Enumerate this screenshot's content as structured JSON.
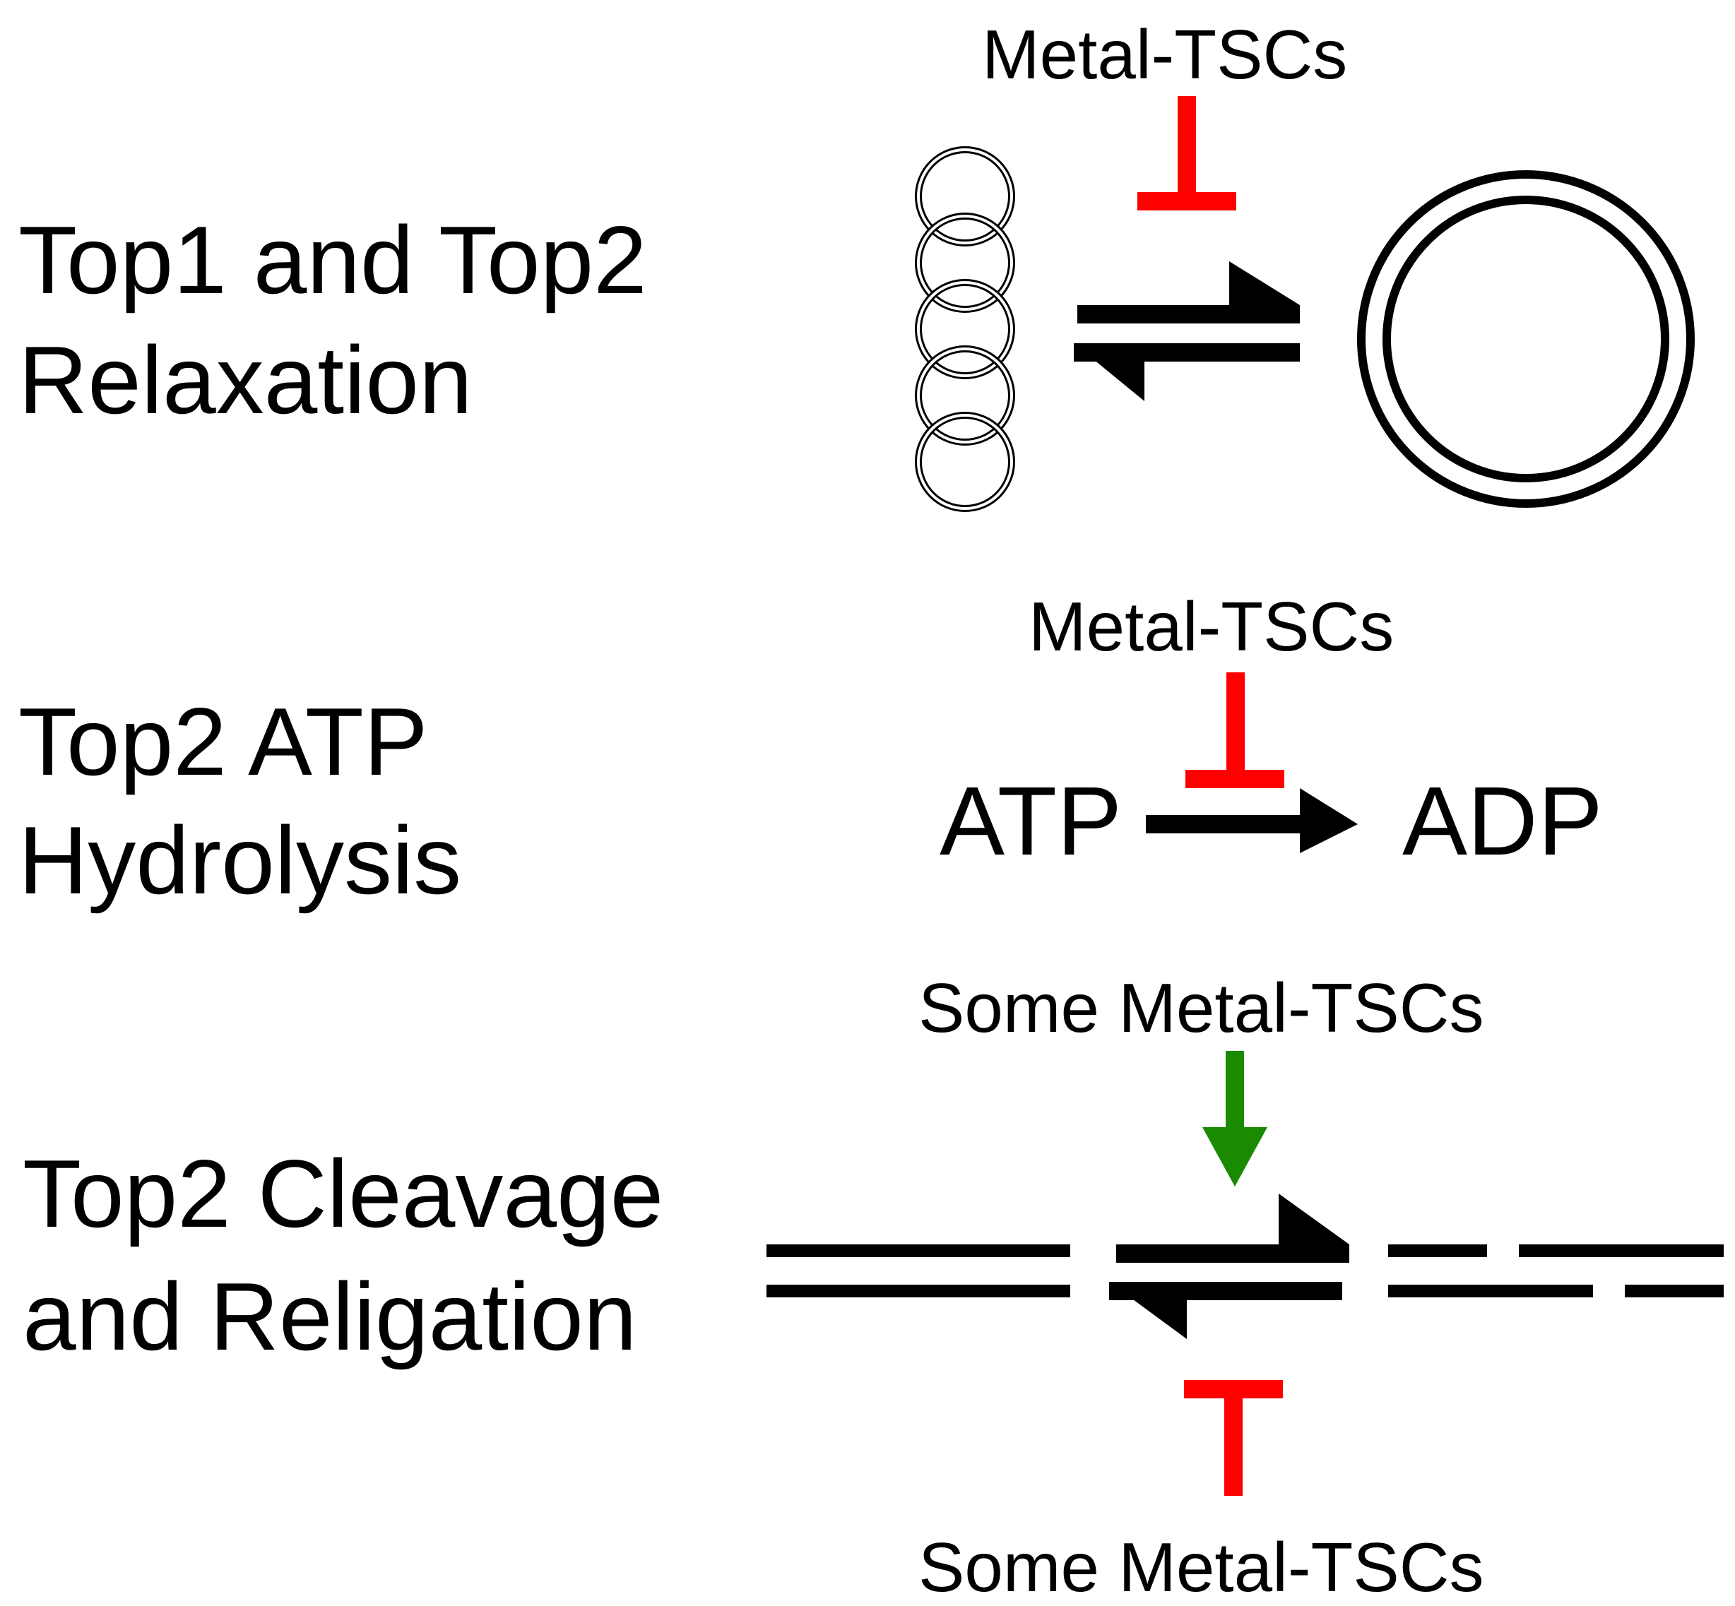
{
  "colors": {
    "ink": "#000000",
    "inhibit": "#ff0000",
    "stimulate": "#1a8a00"
  },
  "rows": [
    {
      "process_line1": "Top1 and Top2",
      "process_line2": "Relaxation",
      "agent": "Metal-TSCs",
      "agent_effect": "inhibit",
      "substrate_icon": "supercoiled-dna-icon",
      "product_icon": "relaxed-circular-dna-icon"
    },
    {
      "process_line1": "Top2 ATP",
      "process_line2": "Hydrolysis",
      "agent": "Metal-TSCs",
      "agent_effect": "inhibit",
      "substrate": "ATP",
      "product": "ADP"
    },
    {
      "process_line1": "Top2 Cleavage",
      "process_line2": "and Religation",
      "agent_top": "Some Metal-TSCs",
      "agent_top_effect": "stimulate",
      "agent_bottom": "Some Metal-TSCs",
      "agent_bottom_effect": "inhibit",
      "substrate_icon": "intact-duplex-dna-icon",
      "product_icon": "cleaved-duplex-dna-icon"
    }
  ]
}
